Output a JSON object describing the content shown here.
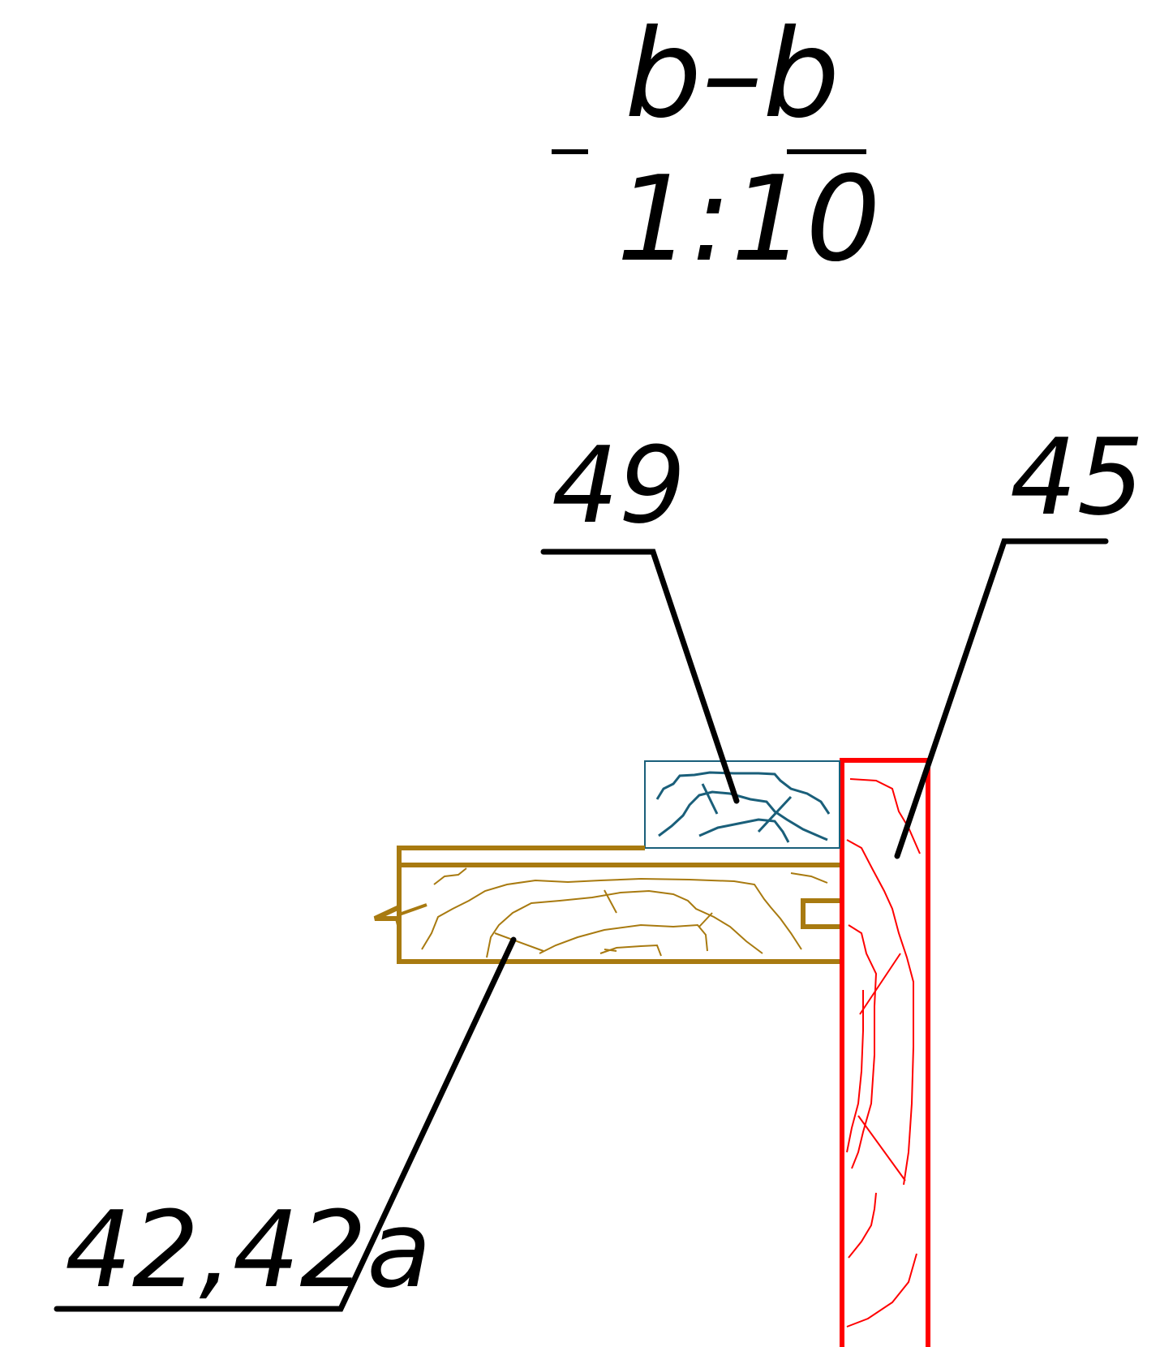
{
  "section": {
    "title": "b–b",
    "scale": "1:10"
  },
  "callouts": [
    {
      "id": "callout-49",
      "text": "49"
    },
    {
      "id": "callout-45",
      "text": "45"
    },
    {
      "id": "callout-42",
      "text": "42,42a"
    }
  ],
  "colors": {
    "ink": "#000000",
    "board": "#a87a10",
    "strip": "#1a5f7a",
    "post": "#ff0000"
  }
}
